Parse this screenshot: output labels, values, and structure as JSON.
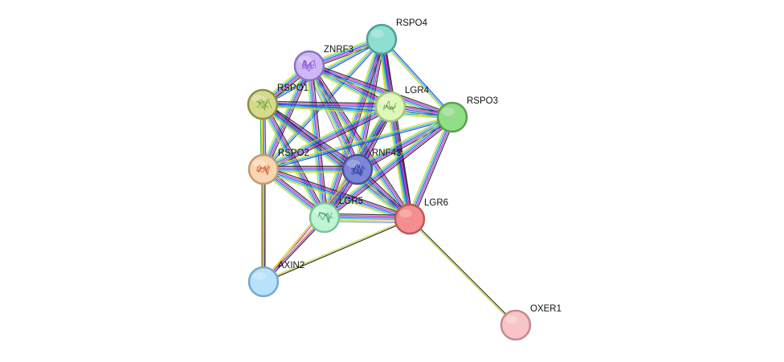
{
  "network": {
    "nodes": [
      {
        "id": "RSPO4",
        "label": "RSPO4",
        "fill": "#8fded2",
        "stroke": "#4e9e94",
        "glyph": false
      },
      {
        "id": "ZNRF3",
        "label": "ZNRF3",
        "fill": "#cdb7f5",
        "stroke": "#8a72c2",
        "glyph": true,
        "glyph_color": "#7a45c8"
      },
      {
        "id": "RSPO1",
        "label": "RSPO1",
        "fill": "#d6d98a",
        "stroke": "#8e8e45",
        "glyph": true,
        "glyph_color": "#5c9a2a"
      },
      {
        "id": "LGR4",
        "label": "LGR4",
        "fill": "#dff7b8",
        "stroke": "#9fc77c",
        "glyph": true,
        "glyph_color": "#4f9a3f"
      },
      {
        "id": "RSPO3",
        "label": "RSPO3",
        "fill": "#93dd87",
        "stroke": "#5a9f52",
        "glyph": false
      },
      {
        "id": "RSPO2",
        "label": "RSPO2",
        "fill": "#f8d6b2",
        "stroke": "#bf9a72",
        "glyph": true,
        "glyph_color": "#d2542b"
      },
      {
        "id": "RNF43",
        "label": "RNF43",
        "fill": "#7d86d6",
        "stroke": "#4a4f99",
        "glyph": true,
        "glyph_color": "#1e2d9a"
      },
      {
        "id": "LGR5",
        "label": "LGR5",
        "fill": "#bff5d3",
        "stroke": "#7cc495",
        "glyph": true,
        "glyph_color": "#3f9a68"
      },
      {
        "id": "LGR6",
        "label": "LGR6",
        "fill": "#f58e8e",
        "stroke": "#c05656",
        "glyph": false
      },
      {
        "id": "AXIN2",
        "label": "AXIN2",
        "fill": "#b8e1fb",
        "stroke": "#78a9c9",
        "glyph": false
      },
      {
        "id": "OXER1",
        "label": "OXER1",
        "fill": "#f8c4c7",
        "stroke": "#c58a8e",
        "glyph": false
      }
    ],
    "edge_colors": {
      "black": "#222222",
      "magenta": "#c624c6",
      "blue": "#1f3fe0",
      "cyan": "#18b8c8",
      "yellow": "#c8d820",
      "green": "#28b028",
      "lavender": "#7e86e0",
      "gray": "#555555"
    },
    "edges": [
      {
        "source": "RSPO4",
        "target": "ZNRF3",
        "types": [
          "black",
          "magenta",
          "blue",
          "cyan",
          "yellow"
        ]
      },
      {
        "source": "RSPO4",
        "target": "RSPO1",
        "types": [
          "blue",
          "cyan",
          "yellow"
        ]
      },
      {
        "source": "RSPO4",
        "target": "LGR4",
        "types": [
          "black",
          "magenta",
          "blue",
          "cyan",
          "yellow"
        ]
      },
      {
        "source": "RSPO4",
        "target": "RSPO3",
        "types": [
          "blue",
          "cyan",
          "yellow"
        ]
      },
      {
        "source": "RSPO4",
        "target": "RSPO2",
        "types": [
          "blue",
          "cyan",
          "yellow"
        ]
      },
      {
        "source": "RSPO4",
        "target": "RNF43",
        "types": [
          "black",
          "magenta",
          "blue",
          "cyan",
          "yellow"
        ]
      },
      {
        "source": "RSPO4",
        "target": "LGR5",
        "types": [
          "black",
          "magenta",
          "blue",
          "cyan",
          "yellow"
        ]
      },
      {
        "source": "RSPO4",
        "target": "LGR6",
        "types": [
          "black",
          "magenta",
          "blue",
          "cyan",
          "yellow"
        ]
      },
      {
        "source": "ZNRF3",
        "target": "RSPO1",
        "types": [
          "black",
          "magenta",
          "blue",
          "cyan",
          "yellow"
        ]
      },
      {
        "source": "ZNRF3",
        "target": "LGR4",
        "types": [
          "black",
          "magenta",
          "blue",
          "cyan",
          "yellow"
        ]
      },
      {
        "source": "ZNRF3",
        "target": "RSPO3",
        "types": [
          "black",
          "magenta",
          "blue",
          "cyan",
          "yellow"
        ]
      },
      {
        "source": "ZNRF3",
        "target": "RSPO2",
        "types": [
          "black",
          "magenta",
          "blue",
          "cyan",
          "yellow"
        ]
      },
      {
        "source": "ZNRF3",
        "target": "RNF43",
        "types": [
          "black",
          "magenta",
          "blue",
          "cyan",
          "yellow",
          "lavender"
        ]
      },
      {
        "source": "ZNRF3",
        "target": "LGR5",
        "types": [
          "black",
          "magenta",
          "blue",
          "cyan",
          "yellow"
        ]
      },
      {
        "source": "ZNRF3",
        "target": "LGR6",
        "types": [
          "black",
          "magenta",
          "blue",
          "cyan",
          "yellow"
        ]
      },
      {
        "source": "RSPO1",
        "target": "LGR4",
        "types": [
          "black",
          "magenta",
          "blue",
          "cyan",
          "yellow"
        ]
      },
      {
        "source": "RSPO1",
        "target": "RSPO3",
        "types": [
          "blue",
          "cyan",
          "yellow"
        ]
      },
      {
        "source": "RSPO1",
        "target": "RSPO2",
        "types": [
          "blue",
          "cyan",
          "yellow",
          "green"
        ]
      },
      {
        "source": "RSPO1",
        "target": "RNF43",
        "types": [
          "black",
          "magenta",
          "blue",
          "cyan",
          "yellow"
        ]
      },
      {
        "source": "RSPO1",
        "target": "LGR5",
        "types": [
          "black",
          "magenta",
          "blue",
          "cyan",
          "yellow"
        ]
      },
      {
        "source": "RSPO1",
        "target": "LGR6",
        "types": [
          "black",
          "magenta",
          "blue",
          "cyan",
          "yellow"
        ]
      },
      {
        "source": "RSPO1",
        "target": "AXIN2",
        "types": [
          "magenta",
          "yellow"
        ]
      },
      {
        "source": "LGR4",
        "target": "RSPO3",
        "types": [
          "black",
          "magenta",
          "blue",
          "cyan",
          "yellow"
        ]
      },
      {
        "source": "LGR4",
        "target": "RSPO2",
        "types": [
          "black",
          "magenta",
          "blue",
          "cyan",
          "yellow"
        ]
      },
      {
        "source": "LGR4",
        "target": "RNF43",
        "types": [
          "black",
          "magenta",
          "blue",
          "cyan",
          "yellow",
          "lavender"
        ]
      },
      {
        "source": "LGR4",
        "target": "LGR5",
        "types": [
          "black",
          "magenta",
          "blue",
          "cyan",
          "yellow"
        ]
      },
      {
        "source": "LGR4",
        "target": "LGR6",
        "types": [
          "black",
          "magenta",
          "blue",
          "cyan",
          "yellow"
        ]
      },
      {
        "source": "RSPO3",
        "target": "RSPO2",
        "types": [
          "blue",
          "cyan",
          "yellow"
        ]
      },
      {
        "source": "RSPO3",
        "target": "RNF43",
        "types": [
          "black",
          "magenta",
          "blue",
          "cyan",
          "yellow"
        ]
      },
      {
        "source": "RSPO3",
        "target": "LGR5",
        "types": [
          "black",
          "magenta",
          "blue",
          "cyan",
          "yellow"
        ]
      },
      {
        "source": "RSPO3",
        "target": "LGR6",
        "types": [
          "black",
          "magenta",
          "blue",
          "cyan",
          "yellow"
        ]
      },
      {
        "source": "RSPO2",
        "target": "RNF43",
        "types": [
          "black",
          "magenta",
          "blue",
          "cyan",
          "yellow"
        ]
      },
      {
        "source": "RSPO2",
        "target": "LGR5",
        "types": [
          "black",
          "magenta",
          "blue",
          "cyan",
          "yellow"
        ]
      },
      {
        "source": "RSPO2",
        "target": "LGR6",
        "types": [
          "black",
          "magenta",
          "blue",
          "cyan",
          "yellow"
        ]
      },
      {
        "source": "RSPO2",
        "target": "AXIN2",
        "types": [
          "black",
          "yellow",
          "gray"
        ]
      },
      {
        "source": "RNF43",
        "target": "LGR5",
        "types": [
          "black",
          "magenta",
          "blue",
          "cyan",
          "yellow",
          "lavender"
        ]
      },
      {
        "source": "RNF43",
        "target": "LGR6",
        "types": [
          "black",
          "magenta",
          "blue",
          "cyan",
          "yellow"
        ]
      },
      {
        "source": "RNF43",
        "target": "AXIN2",
        "types": [
          "magenta",
          "yellow"
        ]
      },
      {
        "source": "LGR5",
        "target": "LGR6",
        "types": [
          "black",
          "magenta",
          "blue",
          "cyan",
          "yellow",
          "lavender"
        ]
      },
      {
        "source": "LGR5",
        "target": "AXIN2",
        "types": [
          "black",
          "magenta",
          "yellow"
        ]
      },
      {
        "source": "LGR6",
        "target": "AXIN2",
        "types": [
          "black",
          "yellow"
        ]
      },
      {
        "source": "LGR6",
        "target": "OXER1",
        "types": [
          "black",
          "yellow"
        ]
      }
    ]
  }
}
